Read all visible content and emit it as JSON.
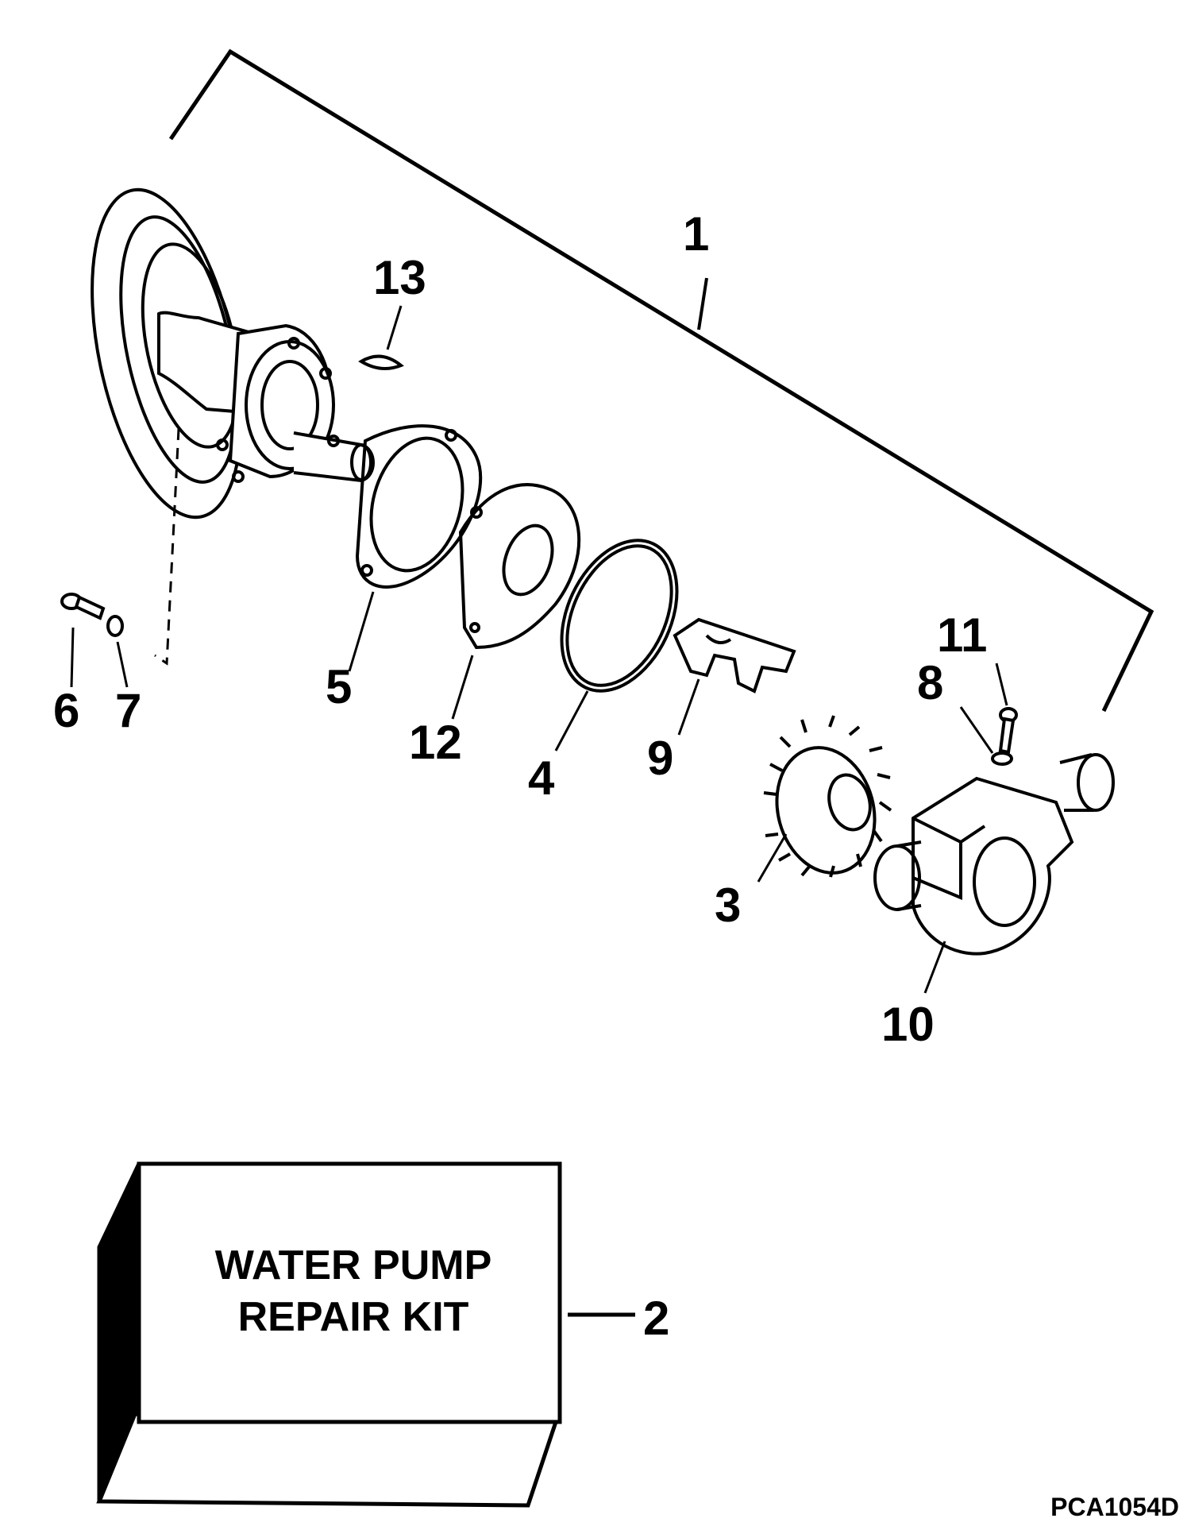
{
  "callouts": {
    "c1": "1",
    "c2": "2",
    "c3": "3",
    "c4": "4",
    "c5": "5",
    "c6": "6",
    "c7": "7",
    "c8": "8",
    "c9": "9",
    "c10": "10",
    "c11": "11",
    "c12": "12",
    "c13": "13"
  },
  "kit": {
    "line1": "WATER PUMP",
    "line2": "REPAIR KIT"
  },
  "figure_ref": "PCA1054D",
  "colors": {
    "ink": "#000000",
    "paper": "#ffffff"
  }
}
